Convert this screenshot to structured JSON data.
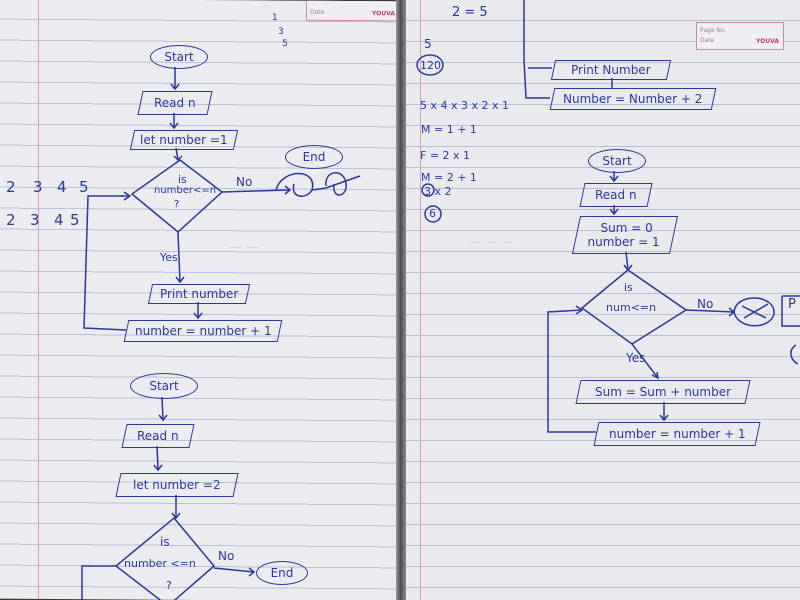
{
  "notebook": {
    "brand": "YOUVA",
    "header_fields": [
      "Page No.",
      "Date"
    ]
  },
  "left_page": {
    "page_numbers": [
      "1",
      "3",
      "5"
    ],
    "sequence_rows": [
      [
        "2",
        "3",
        "4",
        "5"
      ],
      [
        "2",
        "3",
        "4",
        "5"
      ]
    ],
    "flowchart_1": {
      "start": "Start",
      "read": "Read n",
      "init": "let number =1",
      "decision_lines": [
        "is",
        "number<=n",
        "?"
      ],
      "no_label": "No",
      "end": "End",
      "yes_label": "Yes",
      "print": "Print number",
      "update": "number = number + 1"
    },
    "flowchart_2": {
      "start": "Start",
      "read": "Read n",
      "init": "let number =2",
      "decision_lines": [
        "is",
        "number <=n",
        "?"
      ],
      "no_label": "No",
      "end": "End"
    }
  },
  "right_page": {
    "top_note": "2 = 5",
    "side_notes": [
      "5",
      "120",
      "5 x 4 x 3 x 2 x 1",
      "M = 1 + 1",
      "F = 2 x 1",
      "M = 2 + 1",
      "3 x 2",
      "6"
    ],
    "flowchart_1_tail": {
      "print": "Print Number",
      "update": "Number = Number + 2"
    },
    "flowchart_3": {
      "start": "Start",
      "read": "Read n",
      "init_lines": [
        "Sum = 0",
        "number = 1"
      ],
      "decision_lines": [
        "is",
        "num<=n"
      ],
      "no_label": "No",
      "yes_label": "Yes",
      "sum": "Sum = Sum + number",
      "update": "number = number + 1",
      "edge_text": "P"
    }
  },
  "colors": {
    "ink": "#2a3a9a",
    "paper": "#ecebf0",
    "rule_line": "#b9c2d8",
    "margin_line": "#d8a0b8"
  }
}
